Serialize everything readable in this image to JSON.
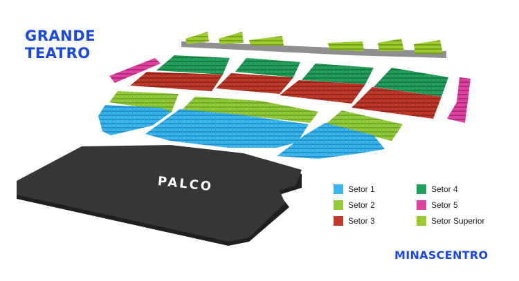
{
  "venue": {
    "title_line1": "GRANDE",
    "title_line2": "TEATRO"
  },
  "brand": "MINASCENTRO",
  "stage": {
    "label": "PALCO",
    "color": "#2f2f2f"
  },
  "colors": {
    "setor1": "#3db6ef",
    "setor2": "#93cb3c",
    "setor3": "#c0392b",
    "setor4": "#23a05a",
    "setor5": "#e040a0",
    "setor_superior": "#9ccc2c",
    "balcony_rail": "#9a9a9a",
    "title_blue": "#1a47e8"
  },
  "legend": [
    {
      "label": "Setor 1",
      "color": "#3db6ef"
    },
    {
      "label": "Setor 4",
      "color": "#23a05a"
    },
    {
      "label": "Setor 2",
      "color": "#93cb3c"
    },
    {
      "label": "Setor 5",
      "color": "#e040a0"
    },
    {
      "label": "Setor 3",
      "color": "#c0392b"
    },
    {
      "label": "Setor Superior",
      "color": "#9ccc2c"
    }
  ]
}
